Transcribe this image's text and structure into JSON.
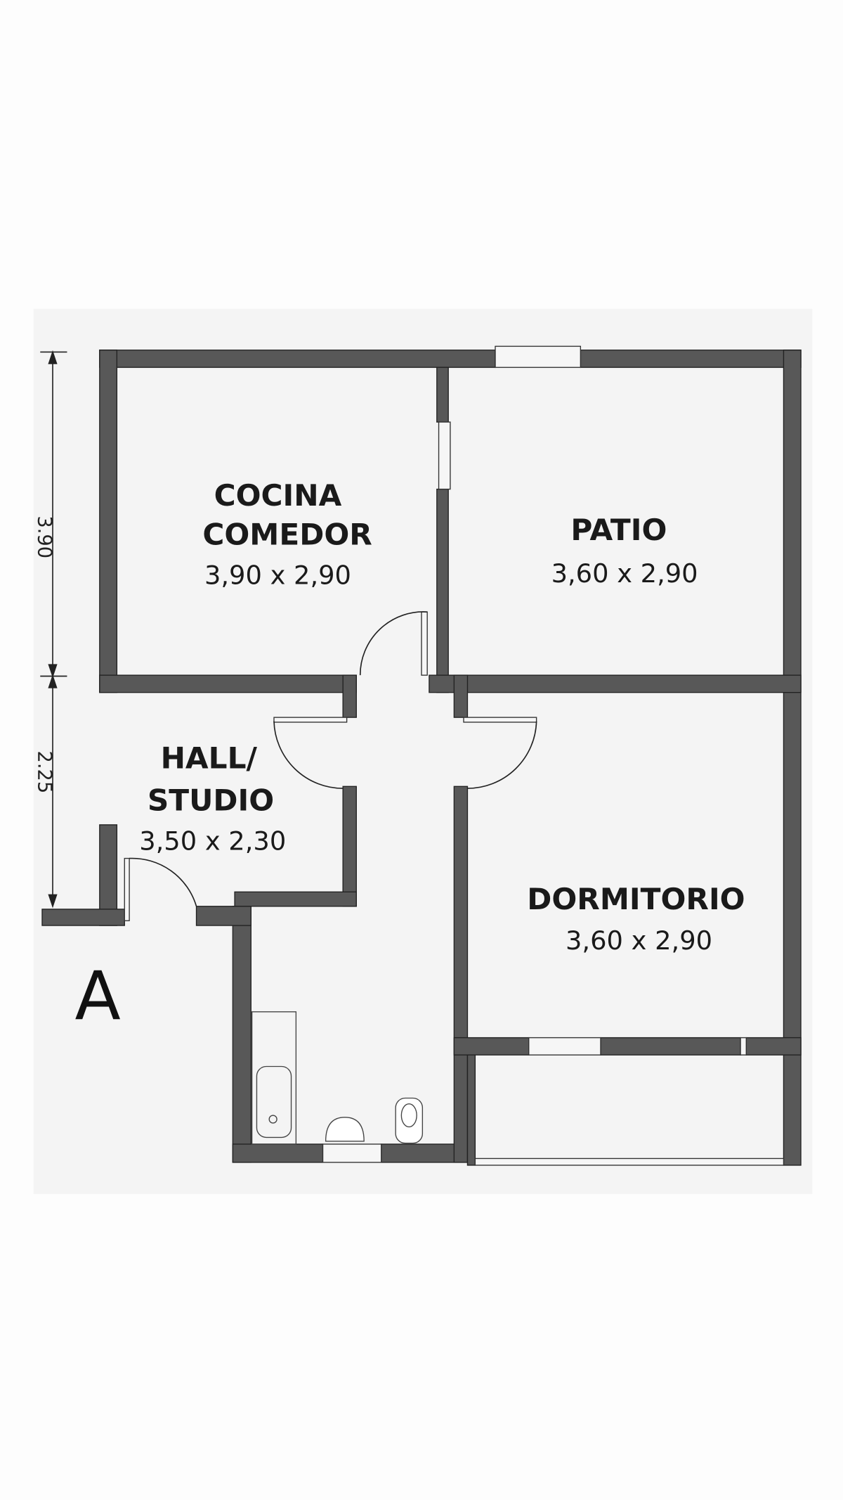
{
  "plan_label": "A",
  "rooms": [
    {
      "name_line1": "COCINA",
      "name_line2": "COMEDOR",
      "dimensions": "3,90 x 2,90"
    },
    {
      "name_line1": "PATIO",
      "dimensions": "3,60 x 2,90"
    },
    {
      "name_line1": "HALL/",
      "name_line2": "STUDIO",
      "dimensions": "3,50 x 2,30"
    },
    {
      "name_line1": "DORMITORIO",
      "dimensions": "3,60 x 2,90"
    }
  ],
  "dimension_lines": [
    {
      "label": "3.90"
    },
    {
      "label": "2.25"
    }
  ],
  "colors": {
    "wall": "#585858",
    "background": "#f3f3f3"
  }
}
